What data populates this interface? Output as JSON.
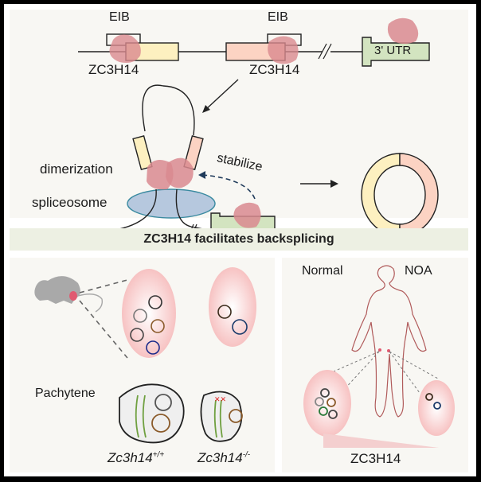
{
  "top_panel": {
    "eib_left": "EIB",
    "eib_right": "EIB",
    "zc_left": "ZC3H14",
    "zc_right": "ZC3H14",
    "utr": "3' UTR",
    "dimerization": "dimerization",
    "spliceosome": "spliceosome",
    "stabilize": "stabilize"
  },
  "banner": {
    "title": "ZC3H14 facilitates backsplicing"
  },
  "mouse_panel": {
    "pachytene": "Pachytene",
    "genotype_wt_base": "Zc3h14",
    "genotype_wt_sup": "+/+",
    "genotype_ko_base": "Zc3h14",
    "genotype_ko_sup": "-/-"
  },
  "human_panel": {
    "normal": "Normal",
    "noa": "NOA",
    "gradient_label": "ZC3H14"
  },
  "colors": {
    "protein": "#d98a8f",
    "exon_yellow": "#fdf0c0",
    "exon_pink": "#fcd3c3",
    "utr_green": "#d3e4c0",
    "spliceosome": "#b6c8de",
    "panel_bg": "#f8f7f3",
    "banner_bg": "#edf0e3"
  }
}
